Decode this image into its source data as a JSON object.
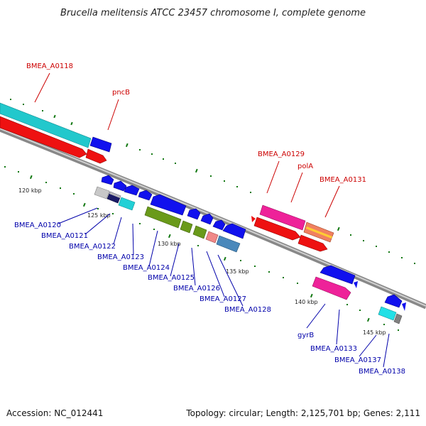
{
  "title": "Brucella melitensis ATCC 23457 chromosome I, complete genome",
  "footer": {
    "accession": "Accession: NC_012441",
    "topology": "Topology: circular; Length: 2,125,701 bp; Genes: 2,111"
  },
  "colors": {
    "label_forward": "#cc0000",
    "label_reverse": "#0000aa",
    "backbone": "#808080",
    "tick": "#117711"
  },
  "ticks": [
    {
      "label": "120 kbp"
    },
    {
      "label": "125 kbp"
    },
    {
      "label": "130 kbp"
    },
    {
      "label": "135 kbp"
    },
    {
      "label": "140 kbp"
    },
    {
      "label": "145 kbp"
    }
  ],
  "gene_labels": [
    {
      "text": "BMEA_A0118",
      "strand": "forward"
    },
    {
      "text": "pncB",
      "strand": "forward"
    },
    {
      "text": "BMEA_A0129",
      "strand": "forward"
    },
    {
      "text": "polA",
      "strand": "forward"
    },
    {
      "text": "BMEA_A0131",
      "strand": "forward"
    },
    {
      "text": "BMEA_A0120",
      "strand": "reverse"
    },
    {
      "text": "BMEA_A0121",
      "strand": "reverse"
    },
    {
      "text": "BMEA_A0122",
      "strand": "reverse"
    },
    {
      "text": "BMEA_A0123",
      "strand": "reverse"
    },
    {
      "text": "BMEA_A0124",
      "strand": "reverse"
    },
    {
      "text": "BMEA_A0125",
      "strand": "reverse"
    },
    {
      "text": "BMEA_A0126",
      "strand": "reverse"
    },
    {
      "text": "BMEA_A0127",
      "strand": "reverse"
    },
    {
      "text": "BMEA_A0128",
      "strand": "reverse"
    },
    {
      "text": "gyrB",
      "strand": "reverse"
    },
    {
      "text": "BMEA_A0133",
      "strand": "reverse"
    },
    {
      "text": "BMEA_A0137",
      "strand": "reverse"
    },
    {
      "text": "BMEA_A0138",
      "strand": "reverse"
    }
  ]
}
